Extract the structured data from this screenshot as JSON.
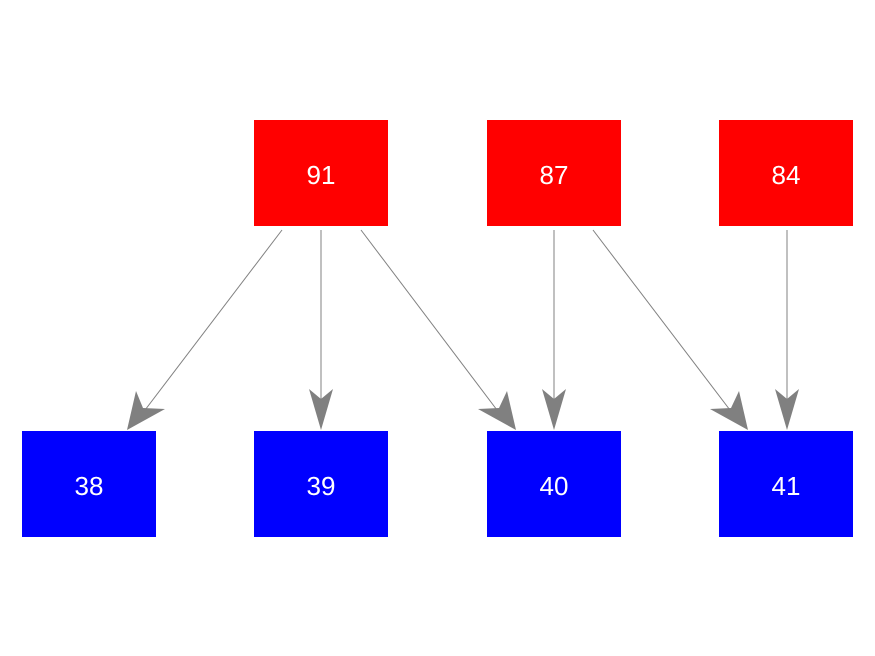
{
  "colors": {
    "top_fill": "#ff0000",
    "bottom_fill": "#0000ff",
    "edge": "#808080",
    "label": "#ffffff",
    "background": "#ffffff"
  },
  "nodes": {
    "n91": {
      "label": "91",
      "group": "top"
    },
    "n87": {
      "label": "87",
      "group": "top"
    },
    "n84": {
      "label": "84",
      "group": "top"
    },
    "n38": {
      "label": "38",
      "group": "bottom"
    },
    "n39": {
      "label": "39",
      "group": "bottom"
    },
    "n40": {
      "label": "40",
      "group": "bottom"
    },
    "n41": {
      "label": "41",
      "group": "bottom"
    }
  },
  "edges": [
    {
      "from": "91",
      "to": "38"
    },
    {
      "from": "91",
      "to": "39"
    },
    {
      "from": "91",
      "to": "40"
    },
    {
      "from": "87",
      "to": "40"
    },
    {
      "from": "87",
      "to": "41"
    },
    {
      "from": "84",
      "to": "41"
    }
  ]
}
